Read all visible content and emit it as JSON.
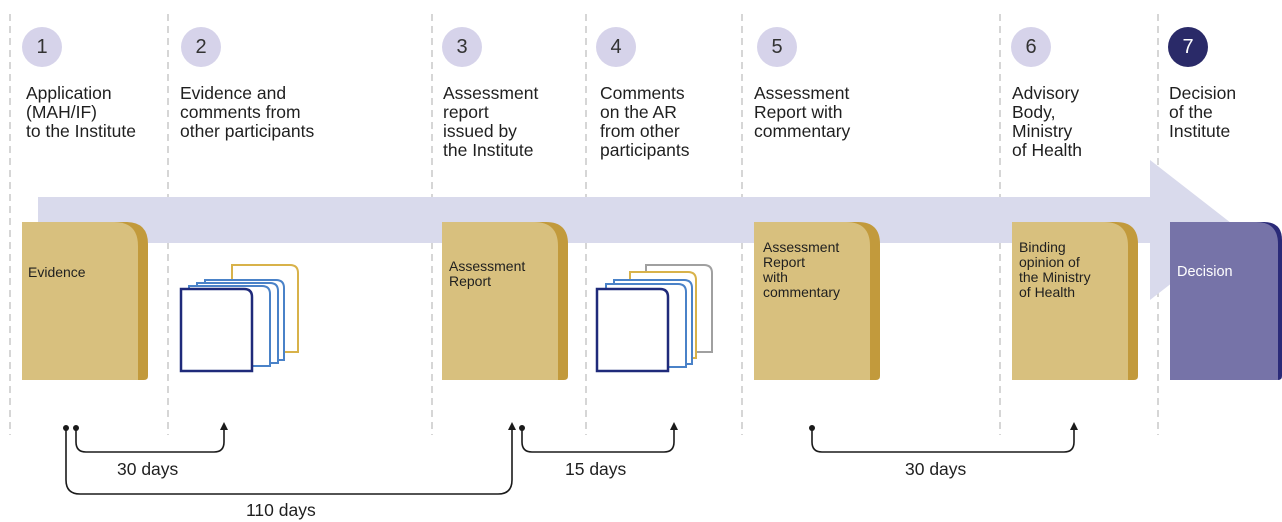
{
  "steps": [
    {
      "number": "1",
      "title": "Application\n(MAH/IF)\nto the Institute"
    },
    {
      "number": "2",
      "title": "Evidence and\ncomments from\nother participants"
    },
    {
      "number": "3",
      "title": "Assessment\nreport\nissued by\nthe Institute"
    },
    {
      "number": "4",
      "title": "Comments\non the AR\nfrom other\nparticipants"
    },
    {
      "number": "5",
      "title": "Assessment\nReport with\ncommentary"
    },
    {
      "number": "6",
      "title": "Advisory\nBody,\nMinistry\nof Health"
    },
    {
      "number": "7",
      "title": "Decision\nof the\nInstitute"
    }
  ],
  "documents": {
    "evidence": "Evidence",
    "assessment_report": "Assessment\nReport",
    "report_commentary": "Assessment\nReport\nwith\ncommentary",
    "binding_opinion": "Binding\nopinion of\nthe Ministry\nof Health",
    "decision": "Decision"
  },
  "durations": {
    "evidence_period": "30 days",
    "assessment_period": "110 days",
    "comments_period": "15 days",
    "advisory_period": "30 days"
  },
  "colors": {
    "step_circle": "#d6d3ea",
    "final_step_circle": "#2a2a68",
    "arrow_band": "#d9daec",
    "folder_gold": "#d8c07e",
    "folder_gold_dark": "#c29a3c",
    "decision_purple": "#7673a8",
    "decision_dark": "#2a2a78",
    "doc_blue_dark": "#1f2a7a",
    "doc_blue_light": "#4a82c8",
    "doc_yellow": "#d8b24a",
    "doc_gray": "#a0a0a0",
    "divider": "#c8c8c8"
  }
}
